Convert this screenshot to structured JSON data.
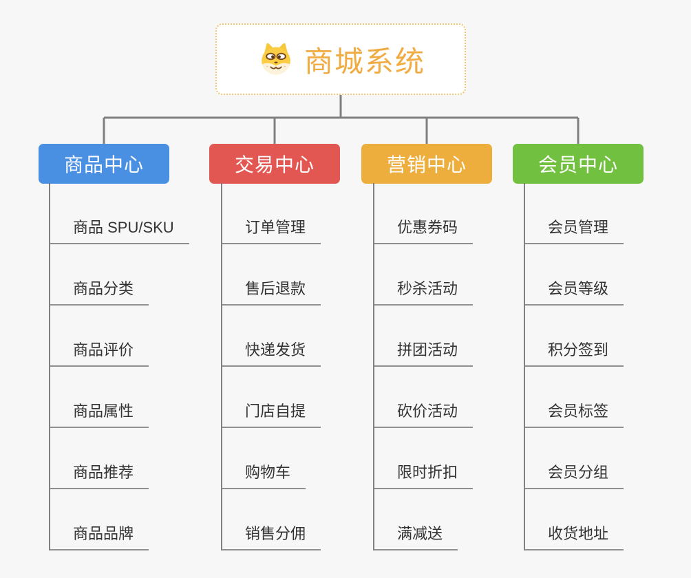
{
  "diagram": {
    "root": {
      "title": "商城系统",
      "icon": "dog-face"
    },
    "branches": [
      {
        "label": "商品中心",
        "color": "#4A90E2",
        "items": [
          "商品 SPU/SKU",
          "商品分类",
          "商品评价",
          "商品属性",
          "商品推荐",
          "商品品牌"
        ]
      },
      {
        "label": "交易中心",
        "color": "#E35752",
        "items": [
          "订单管理",
          "售后退款",
          "快递发货",
          "门店自提",
          "购物车",
          "销售分佣"
        ]
      },
      {
        "label": "营销中心",
        "color": "#EDAE3D",
        "items": [
          "优惠券码",
          "秒杀活动",
          "拼团活动",
          "砍价活动",
          "限时折扣",
          "满减送"
        ]
      },
      {
        "label": "会员中心",
        "color": "#72C040",
        "items": [
          "会员管理",
          "会员等级",
          "积分签到",
          "会员标签",
          "会员分组",
          "收货地址"
        ]
      }
    ],
    "colors": {
      "background": "#F7F7F7",
      "root_title": "#F0AC42",
      "root_border": "#F0C570",
      "connector": "#7F7F7F",
      "item_underline": "#8F8F8F",
      "item_text": "#333333",
      "branch_text": "#FFFFFF"
    }
  }
}
